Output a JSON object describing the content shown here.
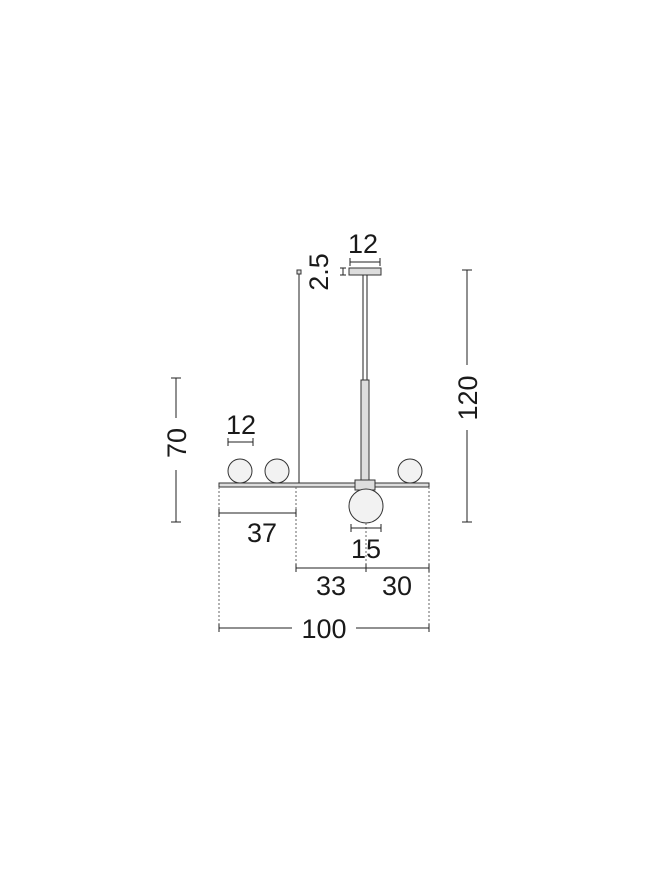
{
  "dimensions": {
    "canopy_width": "12",
    "canopy_height": "2.5",
    "globe_diameter": "12",
    "height_body": "70",
    "height_total": "120",
    "left_arm": "37",
    "center_globe": "15",
    "mid_left": "33",
    "mid_right": "30",
    "total_width": "100"
  },
  "colors": {
    "line": "#222222",
    "text": "#1a1a1a"
  }
}
